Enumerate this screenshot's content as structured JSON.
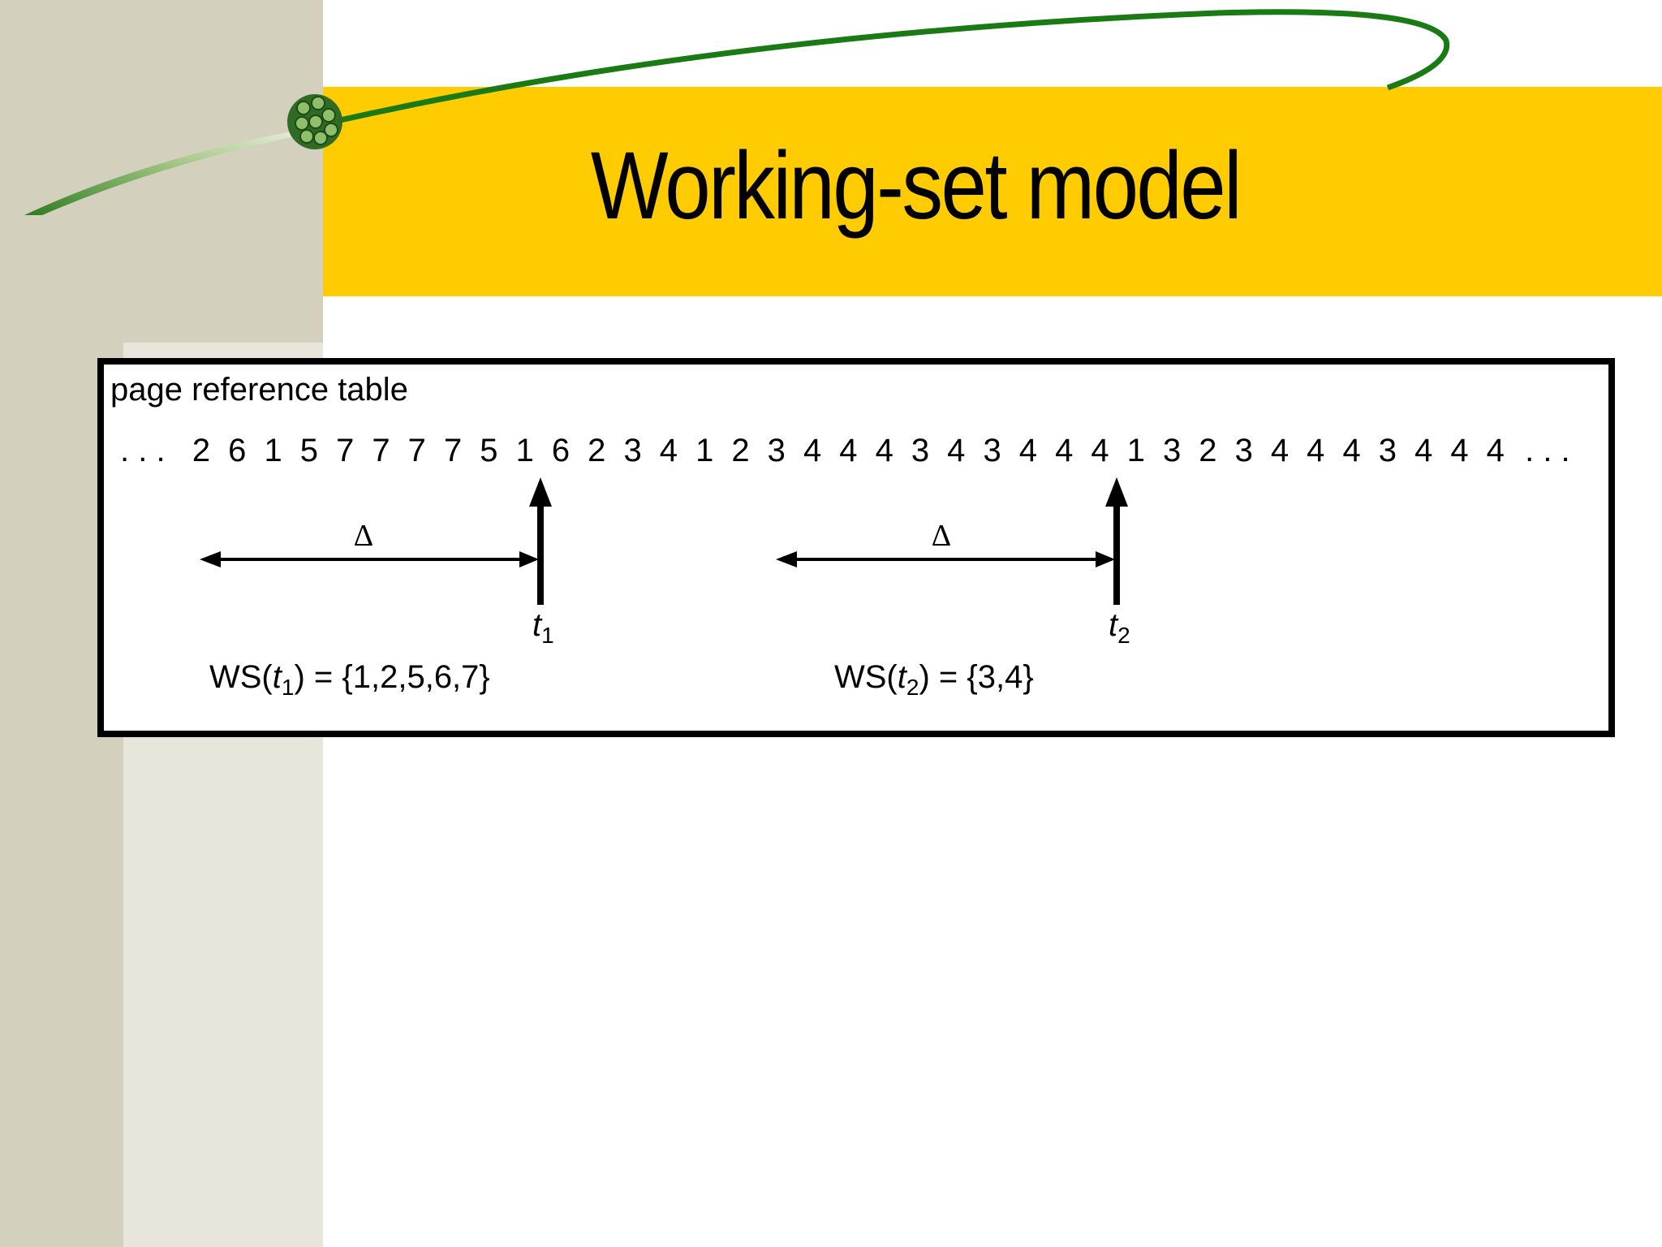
{
  "slide": {
    "title": "Working-set model",
    "colors": {
      "title_bar": "#fecc00",
      "left_band": "#d3d0bd",
      "accent_green": "#1f7a1f"
    }
  },
  "diagram": {
    "label": "page reference table",
    "leading_ellipsis": ". . .",
    "trailing_ellipsis": ". . .",
    "references": [
      "2",
      "6",
      "1",
      "5",
      "7",
      "7",
      "7",
      "7",
      "5",
      "1",
      "6",
      "2",
      "3",
      "4",
      "1",
      "2",
      "3",
      "4",
      "4",
      "4",
      "3",
      "4",
      "3",
      "4",
      "4",
      "4",
      "1",
      "3",
      "2",
      "3",
      "4",
      "4",
      "4",
      "3",
      "4",
      "4",
      "4"
    ],
    "delta_symbol": "Δ",
    "markers": [
      {
        "t_var": "t",
        "t_sub": "1",
        "ws_prefix": "WS(",
        "ws_suffix": ") = {1,2,5,6,7}"
      },
      {
        "t_var": "t",
        "t_sub": "2",
        "ws_prefix": "WS(",
        "ws_suffix": ") = {3,4}"
      }
    ]
  }
}
